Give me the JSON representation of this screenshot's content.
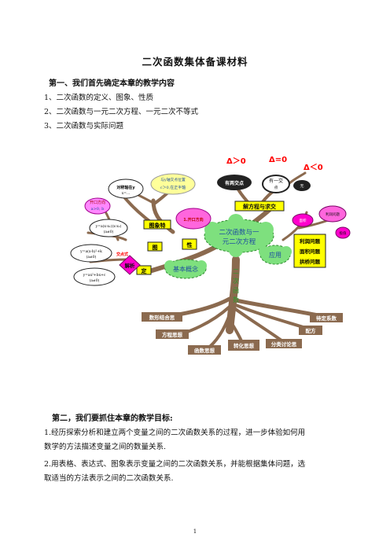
{
  "document": {
    "title": "二次函数集体备课材料",
    "section1_heading": "第一、我们首先确定本章的教学内容",
    "section1_items": [
      "1、二次函数的定义、图象、性质",
      "2、二次函数与一元二次方程、一元二次不等式",
      "3、二次函数与实际问题"
    ],
    "section2_heading": "第二，我们要抓住本章的教学目标:",
    "goal1_line1": "1.经历探索分析和建立两个变量之间的二次函数关系的过程，进一步体验如何用",
    "goal1_line2": "数学的方法描述变量之间的数量关系.",
    "goal2_line1": "2.用表格、表达式、图象表示变量之间的二次函数关系，并能根据集体问题，选",
    "goal2_line2": "取适当的方法表示之间的二次函数关系.",
    "page_number": "1"
  },
  "diagram": {
    "center_cloud": "二次函数与一元二次方程",
    "center_cloud_l1": "二次函数与一",
    "center_cloud_l2": "元二次方程",
    "basic_cloud": "基本概念",
    "apply_cloud": "应用",
    "trunk_label": [
      "二",
      "次",
      "函",
      "数"
    ],
    "delta_gt": "Δ＞0",
    "delta_eq": "Δ=0",
    "delta_lt": "Δ＜0",
    "two_points": "有两交点",
    "one_point": "有一交",
    "one_point_2": "点",
    "none_point": "无",
    "solve_box": "解方程与求交",
    "graph_box": "图象特",
    "tu_box": "图",
    "xing_box": "性",
    "ding_box": "定",
    "jiexi_box": "解析",
    "opening_pink": "开口方向",
    "symmetry": "对称轴在y",
    "symmetry_sub": "x=…",
    "vertex_pos": "与y轴交点位置",
    "c_gt0": "c＞0,在正半轴",
    "opening_red": "1.开口方向",
    "cross_form": "y=a(x-x₁)(x-x₂)",
    "cross_form_sub": "(a≠0)",
    "vertex_form": "y=a(x-h)²+k",
    "vertex_form_sub": "(a≠0)",
    "general_form": "y=ax²+bx+c",
    "general_form_sub": "(a≠0)",
    "blue_left": "a>0, b",
    "pink_side": "交点式",
    "apply_top": "面积",
    "apply_top2": "利润问题",
    "apply_top3": "极值",
    "profit": "利润问题",
    "area": "面积问题",
    "bridge": "拱桥问题",
    "root_number_shape": "数形结合思",
    "root_equation": "方程思想",
    "root_function": "函数思想",
    "root_transform": "转化思想",
    "root_classify": "分类讨论思",
    "root_method": "配方",
    "root_coeff": "待定系数"
  },
  "colors": {
    "brown": "#8b6a4f",
    "green_cloud": "#7ee07e",
    "yellow": "#ffff00",
    "magenta": "#ff00cc",
    "red": "#ff0000",
    "dark": "#222222"
  }
}
